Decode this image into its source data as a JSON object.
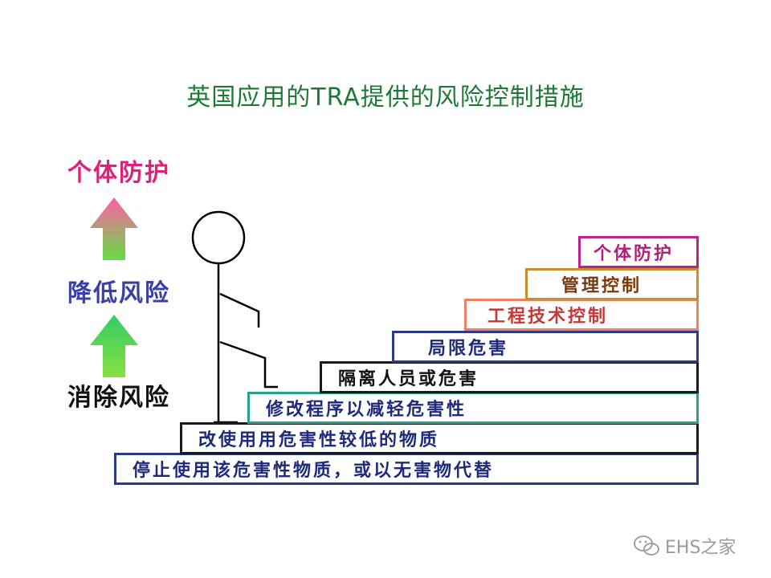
{
  "title": "英国应用的TRA提供的风险控制措施",
  "side_labels": {
    "ppe": "个体防护",
    "reduce": "降低风险",
    "eliminate": "消除风险"
  },
  "steps": {
    "s1": "停止使用该危害性物质，或以无害物代替",
    "s2": "改使用用危害性较低的物质",
    "s3": "修改程序以减轻危害性",
    "s4": "隔离人员或危害",
    "s5": "局限危害",
    "s6": "工程技术控制",
    "s7": "管理控制",
    "s8": "个体防护"
  },
  "watermark": "EHS之家",
  "colors": {
    "title": "#1d7a35",
    "ppe": "#e0207a",
    "reduce": "#3a40a8",
    "step_text": "#1e2a7a",
    "border_s1": "#2a3a8a",
    "border_s2": "#1a1a1a",
    "border_s3": "#2aa28a",
    "border_s4": "#1a1a1a",
    "border_s5": "#2a3a8a",
    "border_s6": "#f08060",
    "border_s7": "#c8902a",
    "border_s8": "#c0208a"
  },
  "icons": {
    "arrow_top": "up-arrow-gradient-icon",
    "arrow_bottom": "up-arrow-green-icon",
    "person": "stick-figure-icon",
    "watermark": "wechat-icon"
  }
}
